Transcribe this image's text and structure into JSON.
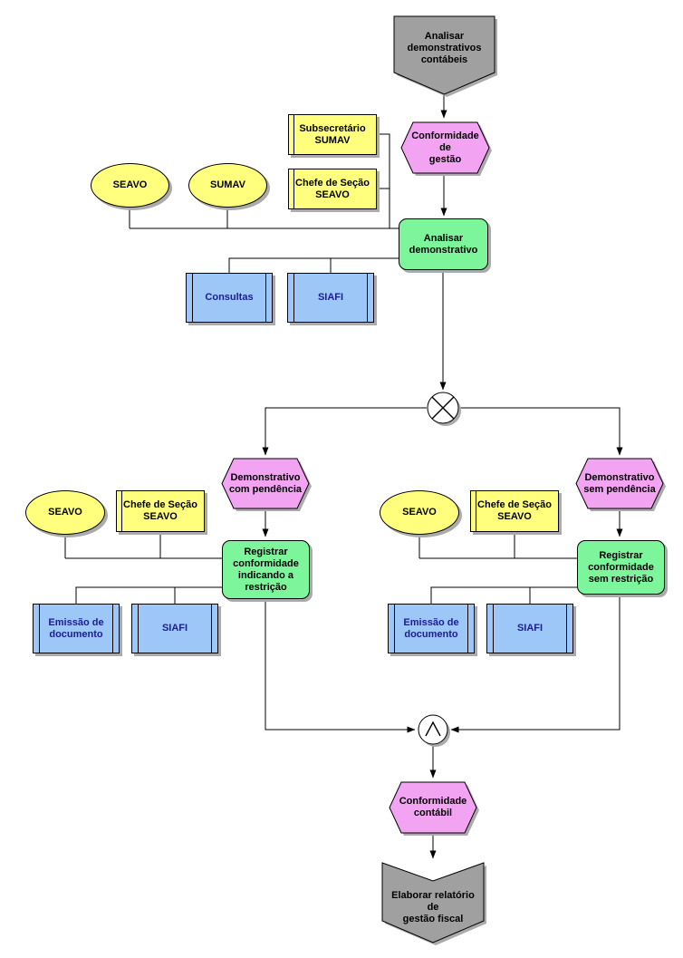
{
  "diagram_type": "EPC process flow",
  "nodes": {
    "interface_top": {
      "label": "Analisar\ndemonstrativos\ncontábeis"
    },
    "event_conformidade_gestao": {
      "label": "Conformidade\nde\ngestão"
    },
    "pos_subsecretario_sumav": {
      "label": "Subsecretário\nSUMAV"
    },
    "pos_chefe_secao_seavo_top": {
      "label": "Chefe de Seção\nSEAVO"
    },
    "org_seavo_top": {
      "label": "SEAVO"
    },
    "org_sumav_top": {
      "label": "SUMAV"
    },
    "func_analisar_demonstrativo": {
      "label": "Analisar\ndemonstrativo"
    },
    "sys_consultas": {
      "label": "Consultas"
    },
    "sys_siafi_top": {
      "label": "SIAFI"
    },
    "event_dem_com_pendencia": {
      "label": "Demonstrativo\ncom pendência"
    },
    "event_dem_sem_pendencia": {
      "label": "Demonstrativo\nsem pendência"
    },
    "org_seavo_left": {
      "label": "SEAVO"
    },
    "pos_chefe_secao_seavo_left": {
      "label": "Chefe de Seção\nSEAVO"
    },
    "func_registrar_com_restricao": {
      "label": "Registrar\nconformidade\nindicando a\nrestrição"
    },
    "sys_emissao_left": {
      "label": "Emissão de\ndocumento"
    },
    "sys_siafi_left": {
      "label": "SIAFI"
    },
    "org_seavo_right": {
      "label": "SEAVO"
    },
    "pos_chefe_secao_seavo_right": {
      "label": "Chefe de Seção\nSEAVO"
    },
    "func_registrar_sem_restricao": {
      "label": "Registrar\nconformidade\nsem restrição"
    },
    "sys_emissao_right": {
      "label": "Emissão de\ndocumento"
    },
    "sys_siafi_right": {
      "label": "SIAFI"
    },
    "event_conformidade_contabil": {
      "label": "Conformidade\ncontábil"
    },
    "interface_bottom": {
      "label": "Elaborar relatório\nde\ngestão fiscal"
    }
  },
  "connectors": {
    "xor": {
      "symbol": "×",
      "type": "XOR-split"
    },
    "and": {
      "symbol": "∧",
      "type": "AND-join"
    }
  },
  "colors": {
    "event": "#f2a3f2",
    "function": "#7df59b",
    "org": "#ffff7d",
    "system": "#9cc7f7",
    "interface": "#a0a0a0",
    "shadow": "#ababab"
  }
}
